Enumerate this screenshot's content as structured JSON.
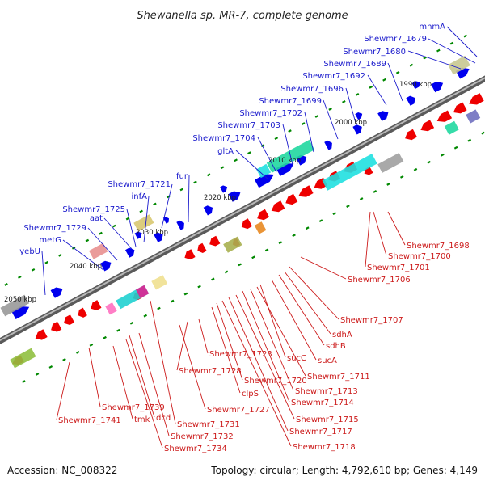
{
  "title": "Shewanella sp. MR-7, complete genome",
  "footer": {
    "accession": "Accession: NC_008322",
    "summary": "Topology: circular; Length: 4,792,610 bp; Genes: 4,149"
  },
  "colors": {
    "forward_label": "#1a1acc",
    "reverse_label": "#cc1a1a",
    "forward_gene": "#0000ee",
    "reverse_gene": "#ee0000",
    "backbone": "#777777",
    "tick": "#008800"
  },
  "scale_labels": [
    "1990 kbp",
    "2000 kbp",
    "2010 kbp",
    "2020 kbp",
    "2030 kbp",
    "2040 kbp",
    "2050 kbp"
  ],
  "top_labels": [
    "mnmA",
    "Shewmr7_1679",
    "Shewmr7_1680",
    "Shewmr7_1689",
    "Shewmr7_1692",
    "Shewmr7_1696",
    "Shewmr7_1699",
    "Shewmr7_1702",
    "Shewmr7_1703",
    "Shewmr7_1704",
    "gltA",
    "fur",
    "Shewmr7_1721",
    "infA",
    "Shewmr7_1725",
    "aat",
    "Shewmr7_1729",
    "metG",
    "yebU"
  ],
  "bottom_labels": [
    "Shewmr7_1698",
    "Shewmr7_1700",
    "Shewmr7_1701",
    "Shewmr7_1706",
    "Shewmr7_1707",
    "sdhA",
    "sdhB",
    "sucA",
    "sucC",
    "Shewmr7_1711",
    "Shewmr7_1713",
    "Shewmr7_1714",
    "Shewmr7_1715",
    "Shewmr7_1717",
    "Shewmr7_1718",
    "Shewmr7_1720",
    "Shewmr7_1723",
    "Shewmr7_1728",
    "clpS",
    "Shewmr7_1727",
    "Shewmr7_1731",
    "Shewmr7_1732",
    "Shewmr7_1734",
    "tmk",
    "dcd",
    "Shewmr7_1739",
    "Shewmr7_1741"
  ]
}
